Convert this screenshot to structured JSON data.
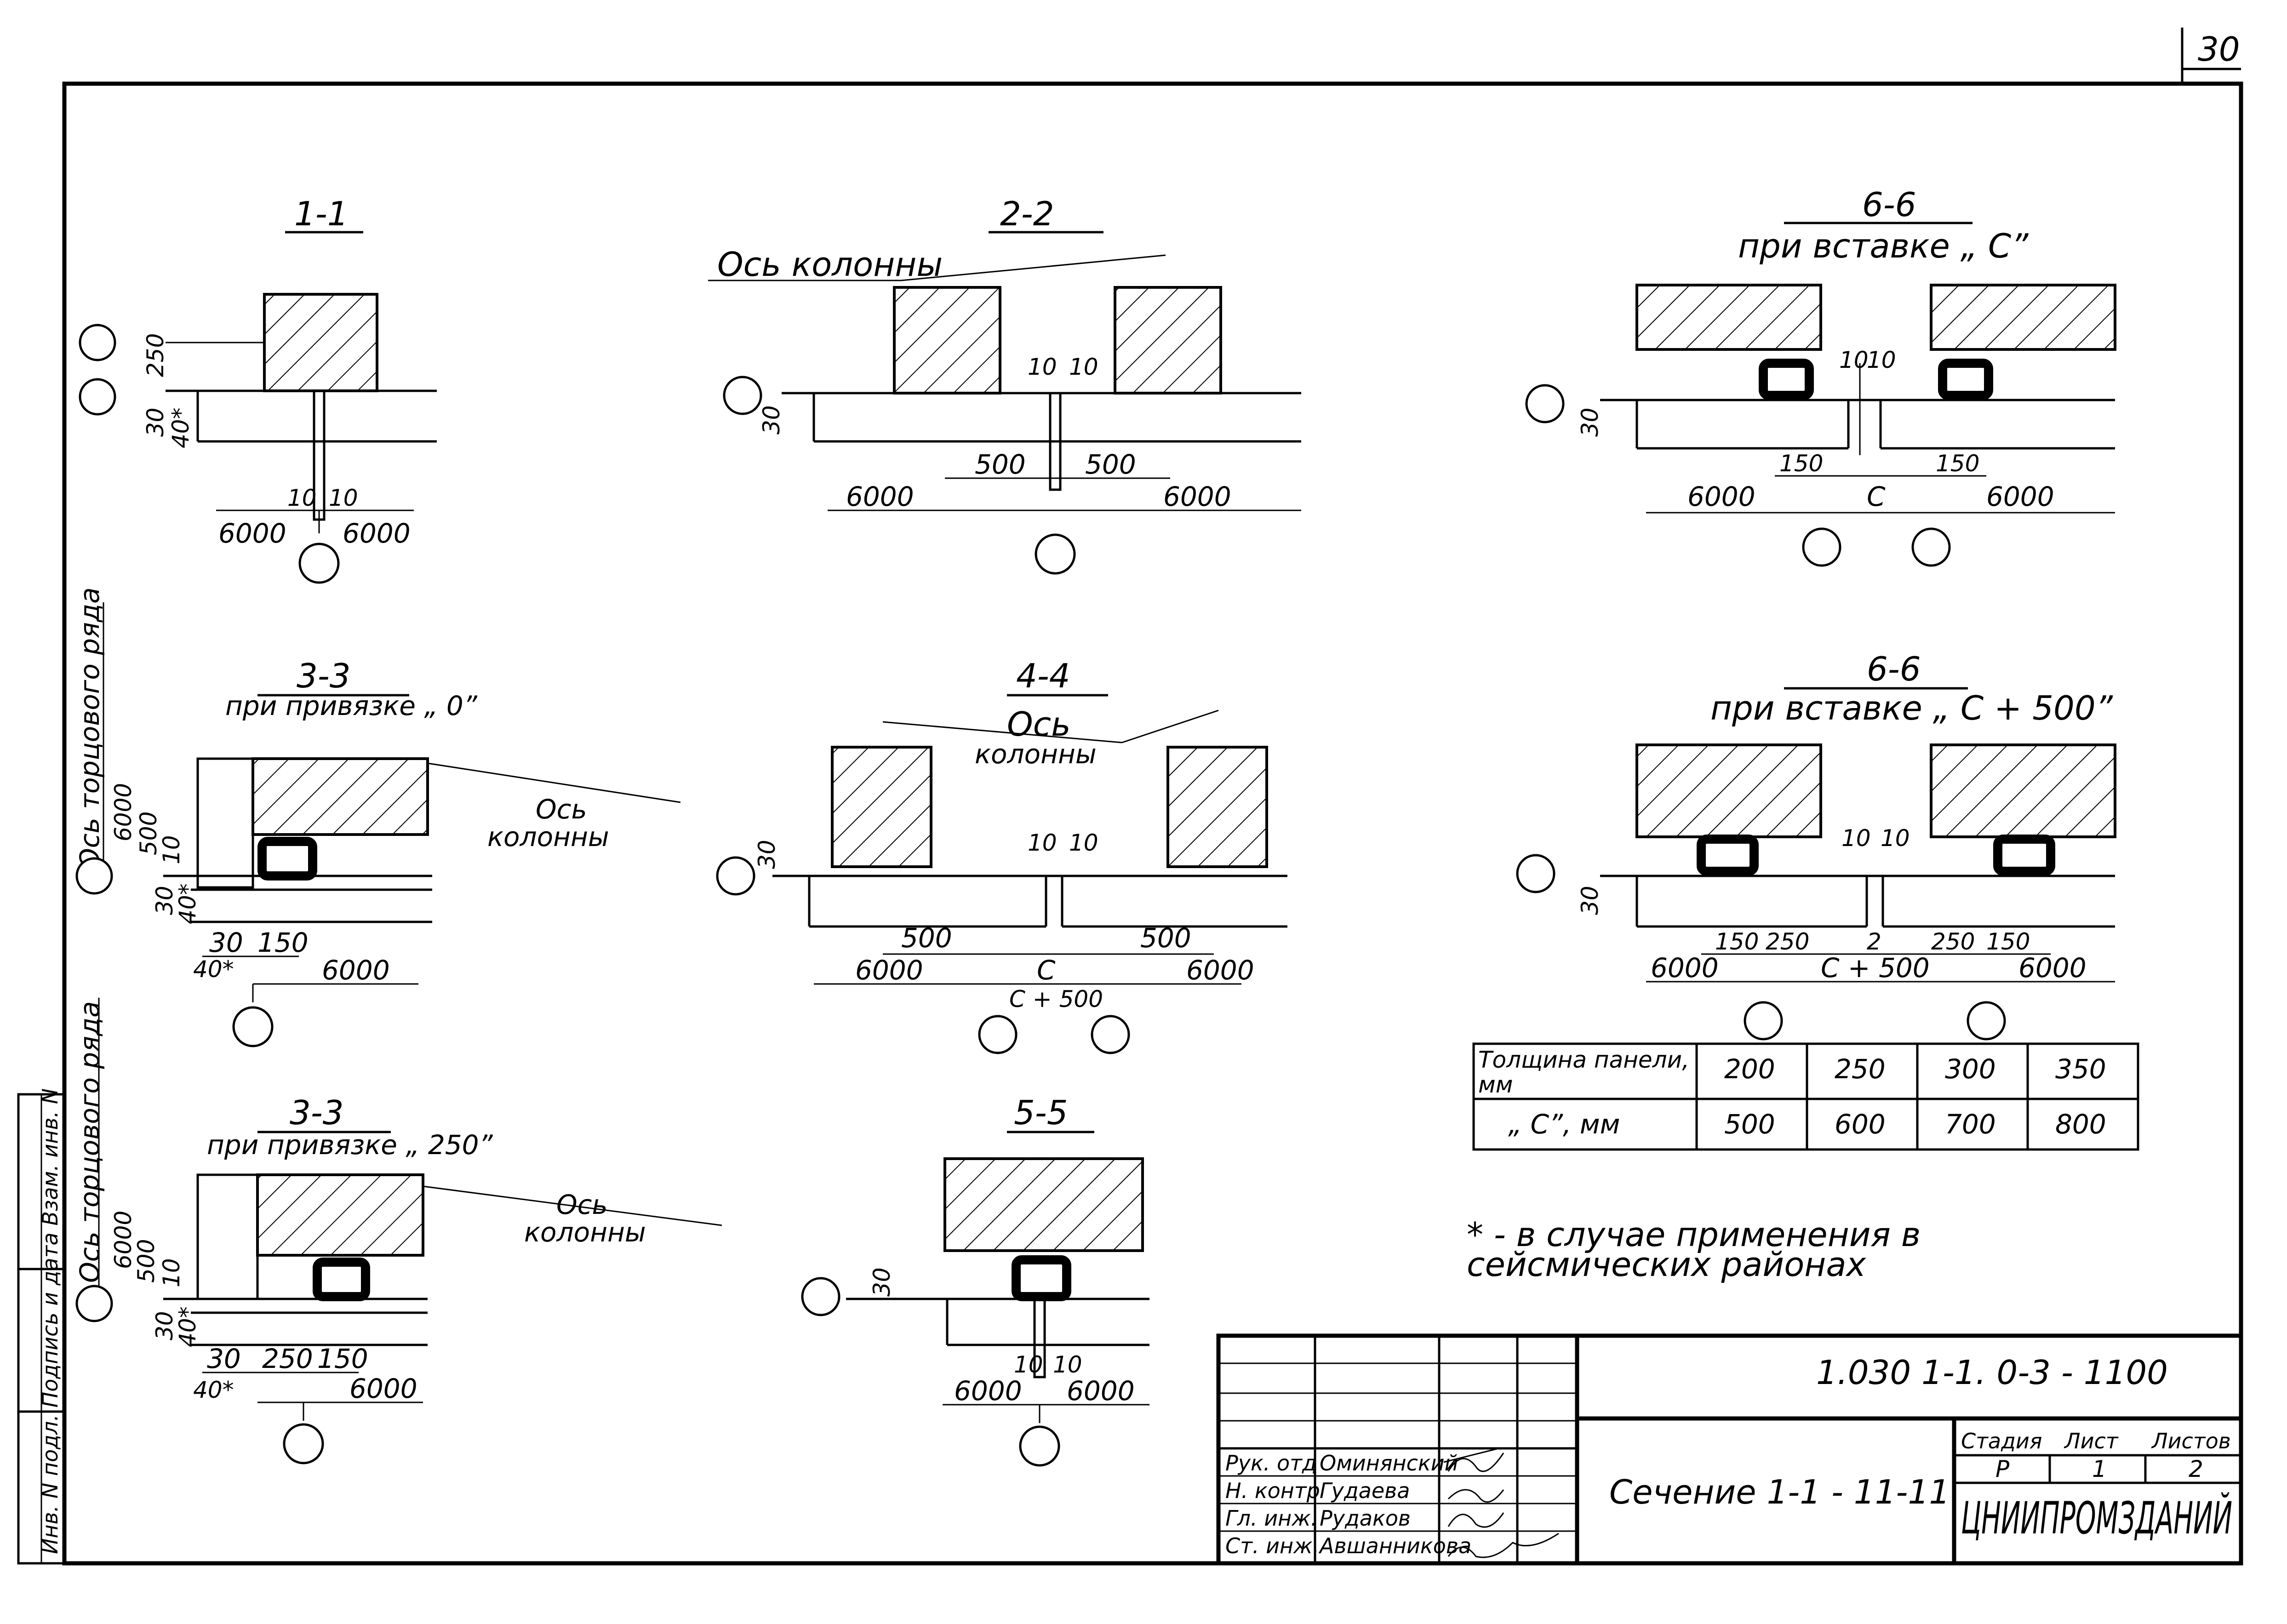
{
  "sheet_number": "30",
  "sections": {
    "s11": {
      "title": "1-1",
      "dims": [
        "250",
        "30",
        "40*",
        "10",
        "10",
        "6000",
        "6000"
      ]
    },
    "s22": {
      "title": "2-2",
      "axis_label": "Ось колонны",
      "dims": [
        "10",
        "10",
        "30",
        "500",
        "500",
        "6000",
        "6000"
      ]
    },
    "s66a": {
      "title": "6-6",
      "subtitle": "при вставке „ С”",
      "dims": [
        "10",
        "10",
        "30",
        "150",
        "150",
        "6000",
        "С",
        "6000"
      ]
    },
    "s33a": {
      "title": "3-3",
      "subtitle": "при привязке „ 0”",
      "side_label": "Ось торцового ряда",
      "axis_label_1": "Ось",
      "axis_label_2": "колонны",
      "dims": [
        "6000",
        "500",
        "10",
        "30",
        "40*",
        "30",
        "150",
        "40*",
        "6000"
      ]
    },
    "s44": {
      "title": "4-4",
      "axis_label_1": "Ось",
      "axis_label_2": "колонны",
      "dims": [
        "10",
        "10",
        "30",
        "500",
        "500",
        "6000",
        "С",
        "С + 500",
        "6000"
      ]
    },
    "s66b": {
      "title": "6-6",
      "subtitle": "при вставке „ С + 500”",
      "dims": [
        "10",
        "10",
        "30",
        "150",
        "250",
        "2",
        "250",
        "150",
        "6000",
        "С + 500",
        "6000"
      ]
    },
    "s33b": {
      "title": "3-3",
      "subtitle": "при привязке „ 250”",
      "side_label": "Ось торцового ряда",
      "axis_label_1": "Ось",
      "axis_label_2": "колонны",
      "dims": [
        "6000",
        "500",
        "10",
        "30",
        "40*",
        "30",
        "250",
        "150",
        "40*",
        "6000"
      ]
    },
    "s55": {
      "title": "5-5",
      "dims": [
        "30",
        "10",
        "10",
        "6000",
        "6000"
      ]
    }
  },
  "panel_table": {
    "row1_header": "Толщина панели, мм",
    "row1_values": [
      "200",
      "250",
      "300",
      "350"
    ],
    "row2_header": "„ С”, мм",
    "row2_values": [
      "500",
      "600",
      "700",
      "800"
    ]
  },
  "footnote": {
    "line1": "* - в случае применения в",
    "line2": "сейсмических районах"
  },
  "stamp": {
    "doc_code": "1.030 1-1. 0-3 - 1100",
    "title": "Сечение 1-1  -  11-11",
    "stage_header": "Стадия",
    "sheet_header": "Лист",
    "sheets_header": "Листов",
    "stage": "Р",
    "sheet": "1",
    "sheets": "2",
    "org": "ЦНИИПРОМЗДАНИЙ",
    "roles": [
      "Рук. отд",
      "Н. контр",
      "Гл. инж.",
      "Ст. инж."
    ],
    "names": [
      "Оминянский",
      "Гудаева",
      "Рудаков",
      "Авшанникова"
    ]
  },
  "side_strip": "Инв. N подл.  Подпись и дата  Взам. инв. N"
}
